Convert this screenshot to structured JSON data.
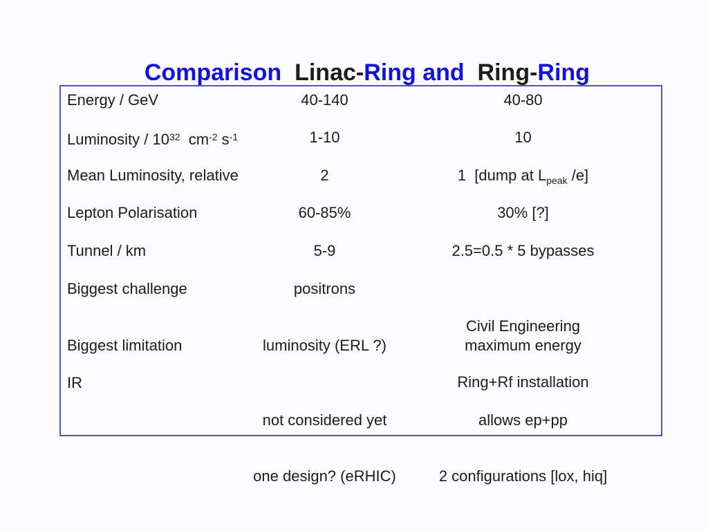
{
  "colors": {
    "title_blue": "#1212dd",
    "text_black": "#1c1c1c",
    "box_border": "#5050c8",
    "background": "#fbfbfd"
  },
  "title": {
    "segments": [
      {
        "text": "Comparison",
        "color": "blue"
      },
      {
        "text": "  Linac-",
        "color": "black"
      },
      {
        "text": "Ring and",
        "color": "blue"
      },
      {
        "text": "  Ring-",
        "color": "black"
      },
      {
        "text": "Ring",
        "color": "blue"
      }
    ]
  },
  "table": {
    "columns": [
      "parameter",
      "Linac-Ring",
      "Ring-Ring"
    ],
    "rows": [
      {
        "label": "Energy / GeV",
        "col2": "40-140",
        "col3": "40-80"
      },
      {
        "label_parts": [
          "Luminosity / 10",
          "32",
          "  cm",
          "-2",
          " s",
          "-1"
        ],
        "col2": "1-10",
        "col3": "10"
      },
      {
        "label": "Mean Luminosity, relative",
        "col2": "2",
        "col3_parts": [
          "1  [dump at L",
          "peak",
          " /e]"
        ]
      },
      {
        "label": "Lepton Polarisation",
        "col2": "60-85%",
        "col3": "30% [?]"
      },
      {
        "label": "Tunnel / km",
        "col2": "5-9",
        "col3": "2.5=0.5 * 5 bypasses"
      },
      {
        "label": "Biggest challenge",
        "col2": "positrons",
        "col3": "Civil Engineering",
        "col3_line2": "Ring+Rf installation"
      },
      {
        "label": "Biggest limitation",
        "col2": "luminosity (ERL ?)",
        "col3": "maximum energy"
      },
      {
        "label": "IR",
        "col2": "not considered yet",
        "col2_line2": "one design? (eRHIC)",
        "col3": "allows ep+pp",
        "col3_line2": "2 configurations [lox, hiq]"
      }
    ]
  }
}
